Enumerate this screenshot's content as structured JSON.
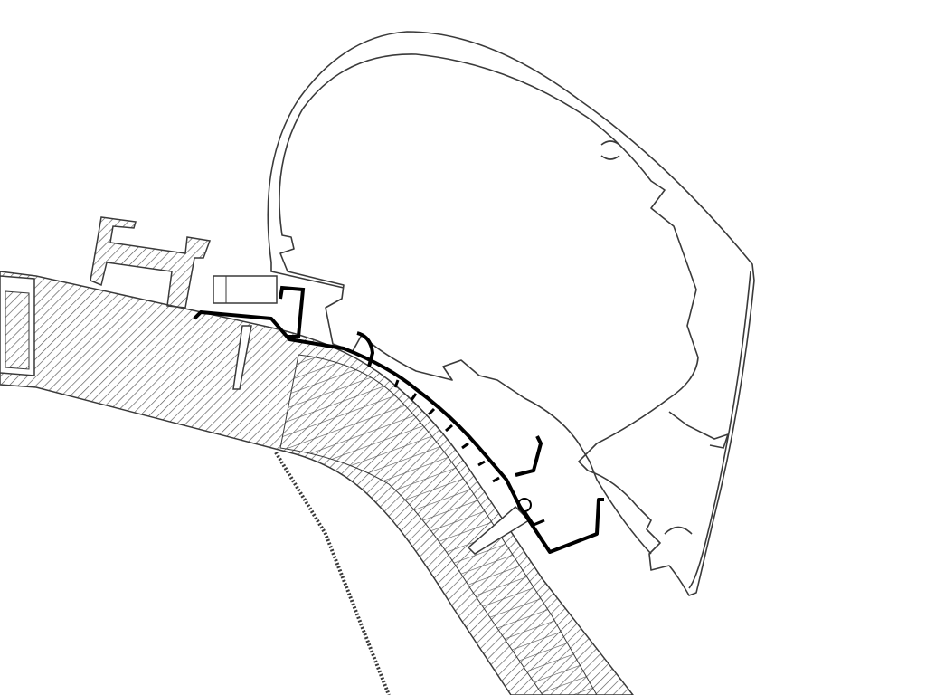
{
  "colors": {
    "line": "#3a3a3a",
    "adapter": "#000000",
    "background": "#ffffff",
    "hatch": "#555555"
  },
  "parts": [
    "roof-section",
    "awning-casing",
    "adapter-rail",
    "roof-rail",
    "screw"
  ]
}
